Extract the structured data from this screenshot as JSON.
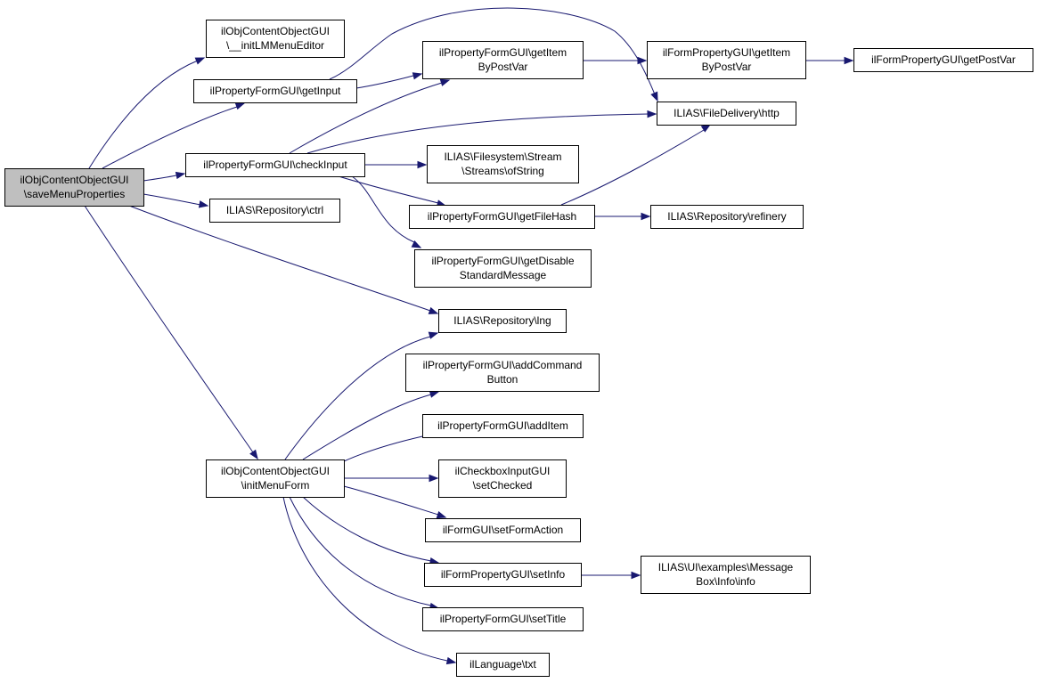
{
  "graph": {
    "root_id": "save_menu_properties",
    "nodes": [
      {
        "id": "save_menu_properties",
        "lines": [
          "ilObjContentObjectGUI",
          "\\saveMenuProperties"
        ],
        "root": true
      },
      {
        "id": "init_lm_menu_editor",
        "lines": [
          "ilObjContentObjectGUI",
          "\\__initLMMenuEditor"
        ]
      },
      {
        "id": "get_input",
        "lines": [
          "ilPropertyFormGUI\\getInput"
        ]
      },
      {
        "id": "check_input",
        "lines": [
          "ilPropertyFormGUI\\checkInput"
        ]
      },
      {
        "id": "repository_ctrl",
        "lines": [
          "ILIAS\\Repository\\ctrl"
        ]
      },
      {
        "id": "init_menu_form",
        "lines": [
          "ilObjContentObjectGUI",
          "\\initMenuForm"
        ]
      },
      {
        "id": "prop_get_item_by_post_var",
        "lines": [
          "ilPropertyFormGUI\\getItem",
          "ByPostVar"
        ]
      },
      {
        "id": "file_delivery_http",
        "lines": [
          "ILIAS\\FileDelivery\\http"
        ]
      },
      {
        "id": "streams_of_string",
        "lines": [
          "ILIAS\\Filesystem\\Stream",
          "\\Streams\\ofString"
        ]
      },
      {
        "id": "get_file_hash",
        "lines": [
          "ilPropertyFormGUI\\getFileHash"
        ]
      },
      {
        "id": "get_disable_standard_message",
        "lines": [
          "ilPropertyFormGUI\\getDisable",
          "StandardMessage"
        ]
      },
      {
        "id": "repository_lng",
        "lines": [
          "ILIAS\\Repository\\lng"
        ]
      },
      {
        "id": "add_command_button",
        "lines": [
          "ilPropertyFormGUI\\addCommand",
          "Button"
        ]
      },
      {
        "id": "add_item",
        "lines": [
          "ilPropertyFormGUI\\addItem"
        ]
      },
      {
        "id": "checkbox_set_checked",
        "lines": [
          "ilCheckboxInputGUI",
          "\\setChecked"
        ]
      },
      {
        "id": "set_form_action",
        "lines": [
          "ilFormGUI\\setFormAction"
        ]
      },
      {
        "id": "form_property_set_info",
        "lines": [
          "ilFormPropertyGUI\\setInfo"
        ]
      },
      {
        "id": "set_title",
        "lines": [
          "ilPropertyFormGUI\\setTitle"
        ]
      },
      {
        "id": "language_txt",
        "lines": [
          "ilLanguage\\txt"
        ]
      },
      {
        "id": "form_prop_get_item_by_post_var",
        "lines": [
          "ilFormPropertyGUI\\getItem",
          "ByPostVar"
        ]
      },
      {
        "id": "repository_refinery",
        "lines": [
          "ILIAS\\Repository\\refinery"
        ]
      },
      {
        "id": "message_box_info",
        "lines": [
          "ILIAS\\UI\\examples\\Message",
          "Box\\Info\\info"
        ]
      },
      {
        "id": "get_post_var",
        "lines": [
          "ilFormPropertyGUI\\getPostVar"
        ]
      }
    ],
    "edges": [
      {
        "from": "save_menu_properties",
        "to": "init_lm_menu_editor"
      },
      {
        "from": "save_menu_properties",
        "to": "get_input"
      },
      {
        "from": "save_menu_properties",
        "to": "check_input"
      },
      {
        "from": "save_menu_properties",
        "to": "repository_ctrl"
      },
      {
        "from": "save_menu_properties",
        "to": "repository_lng"
      },
      {
        "from": "save_menu_properties",
        "to": "init_menu_form"
      },
      {
        "from": "get_input",
        "to": "prop_get_item_by_post_var"
      },
      {
        "from": "get_input",
        "to": "file_delivery_http"
      },
      {
        "from": "check_input",
        "to": "prop_get_item_by_post_var"
      },
      {
        "from": "check_input",
        "to": "file_delivery_http"
      },
      {
        "from": "check_input",
        "to": "streams_of_string"
      },
      {
        "from": "check_input",
        "to": "get_file_hash"
      },
      {
        "from": "check_input",
        "to": "get_disable_standard_message"
      },
      {
        "from": "prop_get_item_by_post_var",
        "to": "form_prop_get_item_by_post_var"
      },
      {
        "from": "form_prop_get_item_by_post_var",
        "to": "get_post_var"
      },
      {
        "from": "get_file_hash",
        "to": "file_delivery_http"
      },
      {
        "from": "get_file_hash",
        "to": "repository_refinery"
      },
      {
        "from": "init_menu_form",
        "to": "repository_lng"
      },
      {
        "from": "init_menu_form",
        "to": "add_command_button"
      },
      {
        "from": "init_menu_form",
        "to": "add_item"
      },
      {
        "from": "init_menu_form",
        "to": "checkbox_set_checked"
      },
      {
        "from": "init_menu_form",
        "to": "set_form_action"
      },
      {
        "from": "init_menu_form",
        "to": "form_property_set_info"
      },
      {
        "from": "init_menu_form",
        "to": "set_title"
      },
      {
        "from": "init_menu_form",
        "to": "language_txt"
      },
      {
        "from": "form_property_set_info",
        "to": "message_box_info"
      }
    ]
  },
  "colors": {
    "edge": "#191970",
    "node_border": "#000000",
    "node_fill": "#ffffff",
    "root_fill": "#bfbfbf",
    "text": "#000000"
  }
}
